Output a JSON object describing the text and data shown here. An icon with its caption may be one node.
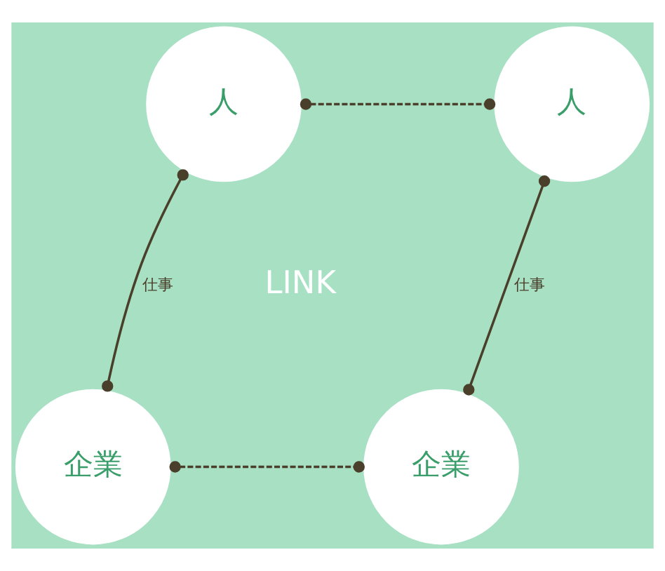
{
  "diagram": {
    "nodes": [
      {
        "text": [
          "人"
        ]
      },
      {
        "text": [
          "人"
        ]
      },
      {
        "text": [
          "企業"
        ]
      },
      {
        "text": [
          "企業"
        ]
      }
    ],
    "edges": [
      {
        "from": 0,
        "to": 1,
        "arrow": "other",
        "style": "dashed"
      },
      {
        "from": 1,
        "to": 3,
        "arrow": "other",
        "label": "仕事"
      },
      {
        "from": 0,
        "to": 2,
        "arrow": "other",
        "label": "仕事"
      },
      {
        "from": 2,
        "to": 3,
        "arrow": "other",
        "style": "dashed"
      }
    ],
    "labels": [
      "LINK"
    ]
  }
}
